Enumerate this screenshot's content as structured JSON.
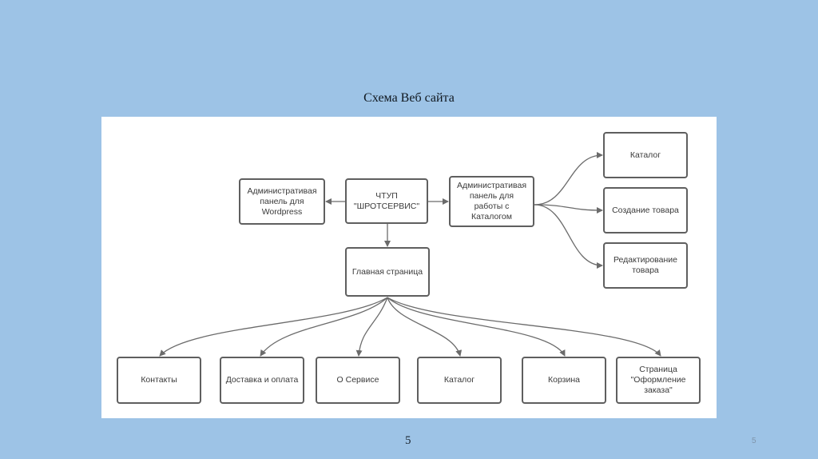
{
  "slide": {
    "title": "Схема Веб сайта",
    "slide_number": "5",
    "slide_number_corner": "5",
    "background_color": "#9dc3e6"
  },
  "diagram": {
    "nodes": {
      "root": "ЧТУП\n\"ШРОТСЕРВИС\"",
      "admin_wordpress": "Административая\nпанель для\nWordpress",
      "admin_catalog": "Административая\nпанель для\nработы с\nКаталогом",
      "admin_catalog_items": [
        "Каталог",
        "Создание товара",
        "Редактирование\nтовара"
      ],
      "main_page": "Главная страница",
      "main_page_children": [
        "Контакты",
        "Доставка и оплата",
        "О Сервисе",
        "Каталог",
        "Корзина",
        "Страница\n\"Оформление\nзаказа\""
      ]
    },
    "edges": [
      [
        "root",
        "admin_wordpress"
      ],
      [
        "root",
        "admin_catalog"
      ],
      [
        "root",
        "main_page"
      ],
      [
        "admin_catalog",
        "admin_catalog_items.0"
      ],
      [
        "admin_catalog",
        "admin_catalog_items.1"
      ],
      [
        "admin_catalog",
        "admin_catalog_items.2"
      ],
      [
        "main_page",
        "main_page_children.0"
      ],
      [
        "main_page",
        "main_page_children.1"
      ],
      [
        "main_page",
        "main_page_children.2"
      ],
      [
        "main_page",
        "main_page_children.3"
      ],
      [
        "main_page",
        "main_page_children.4"
      ],
      [
        "main_page",
        "main_page_children.5"
      ]
    ]
  }
}
